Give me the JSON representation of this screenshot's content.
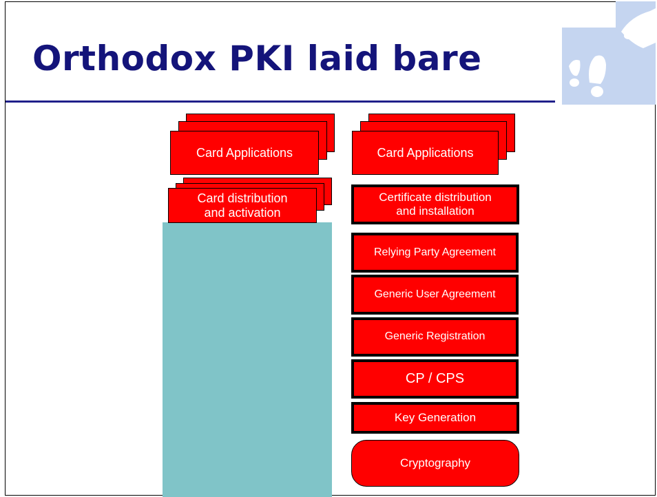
{
  "slide": {
    "title": "Orthodox PKI laid bare",
    "title_color": "#14147a",
    "logo_icon": "footprints-icon"
  },
  "left_stack": {
    "card_applications": "Card Applications",
    "card_distribution": "Card distribution\nand activation",
    "overlay_color": "#80c4c8"
  },
  "right_stack": {
    "card_applications": "Card Applications",
    "certificate_distribution": "Certificate distribution\nand installation",
    "relying_party": "Relying Party Agreement",
    "generic_user": "Generic User Agreement",
    "generic_registration": "Generic Registration",
    "cp_cps": "CP / CPS",
    "key_generation": "Key Generation",
    "cryptography": "Cryptography"
  },
  "colors": {
    "box_fill": "#ff0000",
    "box_text": "#ffffff"
  }
}
